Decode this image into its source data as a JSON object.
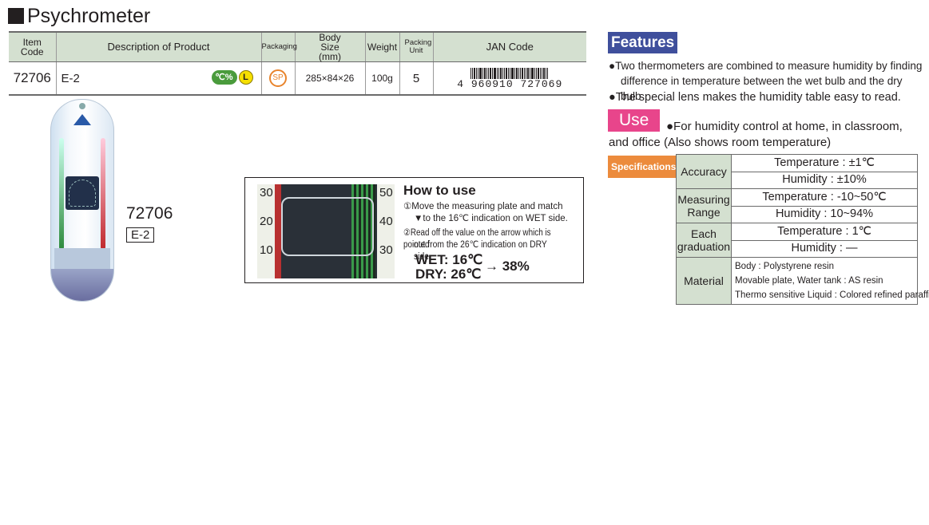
{
  "title": "Psychrometer",
  "product_table": {
    "headers": {
      "item_code": "Item Code",
      "description": "Description of Product",
      "packaging": "Packaging",
      "body_size": "Body Size (mm)",
      "weight": "Weight",
      "packing_unit": "Packing Unit",
      "jan_code": "JAN Code"
    },
    "row": {
      "item_code": "72706",
      "description": "E-2",
      "icon_c": "℃%",
      "icon_l": "L",
      "packaging": "SP",
      "body_size": "285×84×26",
      "weight": "100g",
      "packing_unit": "5",
      "jan_code": "4 960910 727069"
    }
  },
  "product_image": {
    "model_number": "72706",
    "model_name": "E-2"
  },
  "how_to_use": {
    "title": "How to use",
    "step1_line1": "①Move the measuring plate and match",
    "step1_line2": "▼to the 16℃ indication on WET side.",
    "step2_line1": "②Read off the value on the arrow which is pointed",
    "step2_line2": "out from the 26℃ indication on DRY side.",
    "wet": "WET: 16℃",
    "dry": "DRY: 26℃",
    "result": "→ 38%",
    "scale_left": [
      "30",
      "20",
      "10"
    ],
    "scale_right": [
      "50",
      "40",
      "30"
    ]
  },
  "features": {
    "label": "Features",
    "item1_line1": "●Two thermometers are combined to measure humidity by finding",
    "item1_line2": "difference in temperature between the wet bulb and the dry bulb",
    "item2": "●The special lens makes the humidity table easy to read."
  },
  "use": {
    "label": "Use",
    "text_line1": "●For humidity control at home, in classroom,",
    "text_line2": "and office (Also shows room temperature)"
  },
  "specifications": {
    "label": "Specifications",
    "accuracy_label": "Accuracy",
    "accuracy_temp": "Temperature : ±1℃",
    "accuracy_hum": "Humidity : ±10%",
    "range_label": "Measuring Range",
    "range_temp": "Temperature : -10~50℃",
    "range_hum": "Humidity : 10~94%",
    "grad_label": "Each graduation",
    "grad_temp": "Temperature : 1℃",
    "grad_hum": "Humidity : —",
    "material_label": "Material",
    "material_1": "Body : Polystyrene resin",
    "material_2": "Movable plate, Water tank : AS resin",
    "material_3": "Thermo sensitive Liquid : Colored refined paraffin"
  },
  "colors": {
    "features_label": "#3f4f9c",
    "use_label": "#e8458b",
    "spec_label": "#ec8b3c",
    "table_header": "#d4e0d0"
  }
}
